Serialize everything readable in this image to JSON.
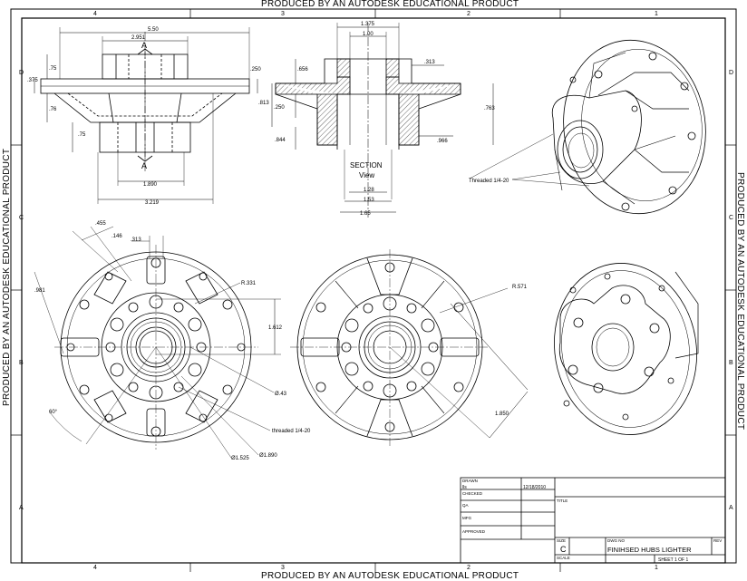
{
  "watermark": "PRODUCED BY AN AUTODESK EDUCATIONAL PRODUCT",
  "zones": {
    "columns": [
      "4",
      "3",
      "2",
      "1"
    ],
    "rows": [
      "D",
      "C",
      "B",
      "A"
    ]
  },
  "front_view": {
    "dims": [
      "5.50",
      "2.951",
      ".75",
      ".375",
      ".76",
      ".75",
      ".250",
      "1.890",
      "3.219"
    ],
    "cut_label": "A"
  },
  "section_view": {
    "dims": [
      "1.375",
      "1.00",
      ".313",
      ".656",
      ".813",
      ".250",
      ".844",
      ".763",
      ".966",
      "1.28",
      "1.53",
      "1.65"
    ],
    "label_line1": "SECTION",
    "label_line2": "View"
  },
  "iso_view": {
    "callout": "Threaded 1/4-20"
  },
  "top_view_left": {
    "dims": [
      ".455",
      ".146",
      ".313",
      ".981",
      "1.612",
      "60°"
    ],
    "callouts": [
      "R.331",
      "Ø.43",
      "threaded 1/4-20",
      "Ø1.525",
      "Ø1.890"
    ]
  },
  "top_view_mid": {
    "callouts": [
      "R.571",
      "1.850"
    ]
  },
  "title_block": {
    "drawn_label": "DRAWN",
    "drawn_by": "lls",
    "drawn_date": "12/18/2010",
    "checked_label": "CHECKED",
    "qa_label": "QA",
    "mfg_label": "MFG",
    "approved_label": "APPROVED",
    "title_label": "TITLE",
    "size_label": "SIZE",
    "size_value": "C",
    "dwg_label": "DWG NO",
    "dwg_value": "FINIHSED HUBS LIGHTER",
    "rev_label": "REV",
    "scale_label": "SCALE",
    "sheet_value": "SHEET 1   OF 1"
  }
}
